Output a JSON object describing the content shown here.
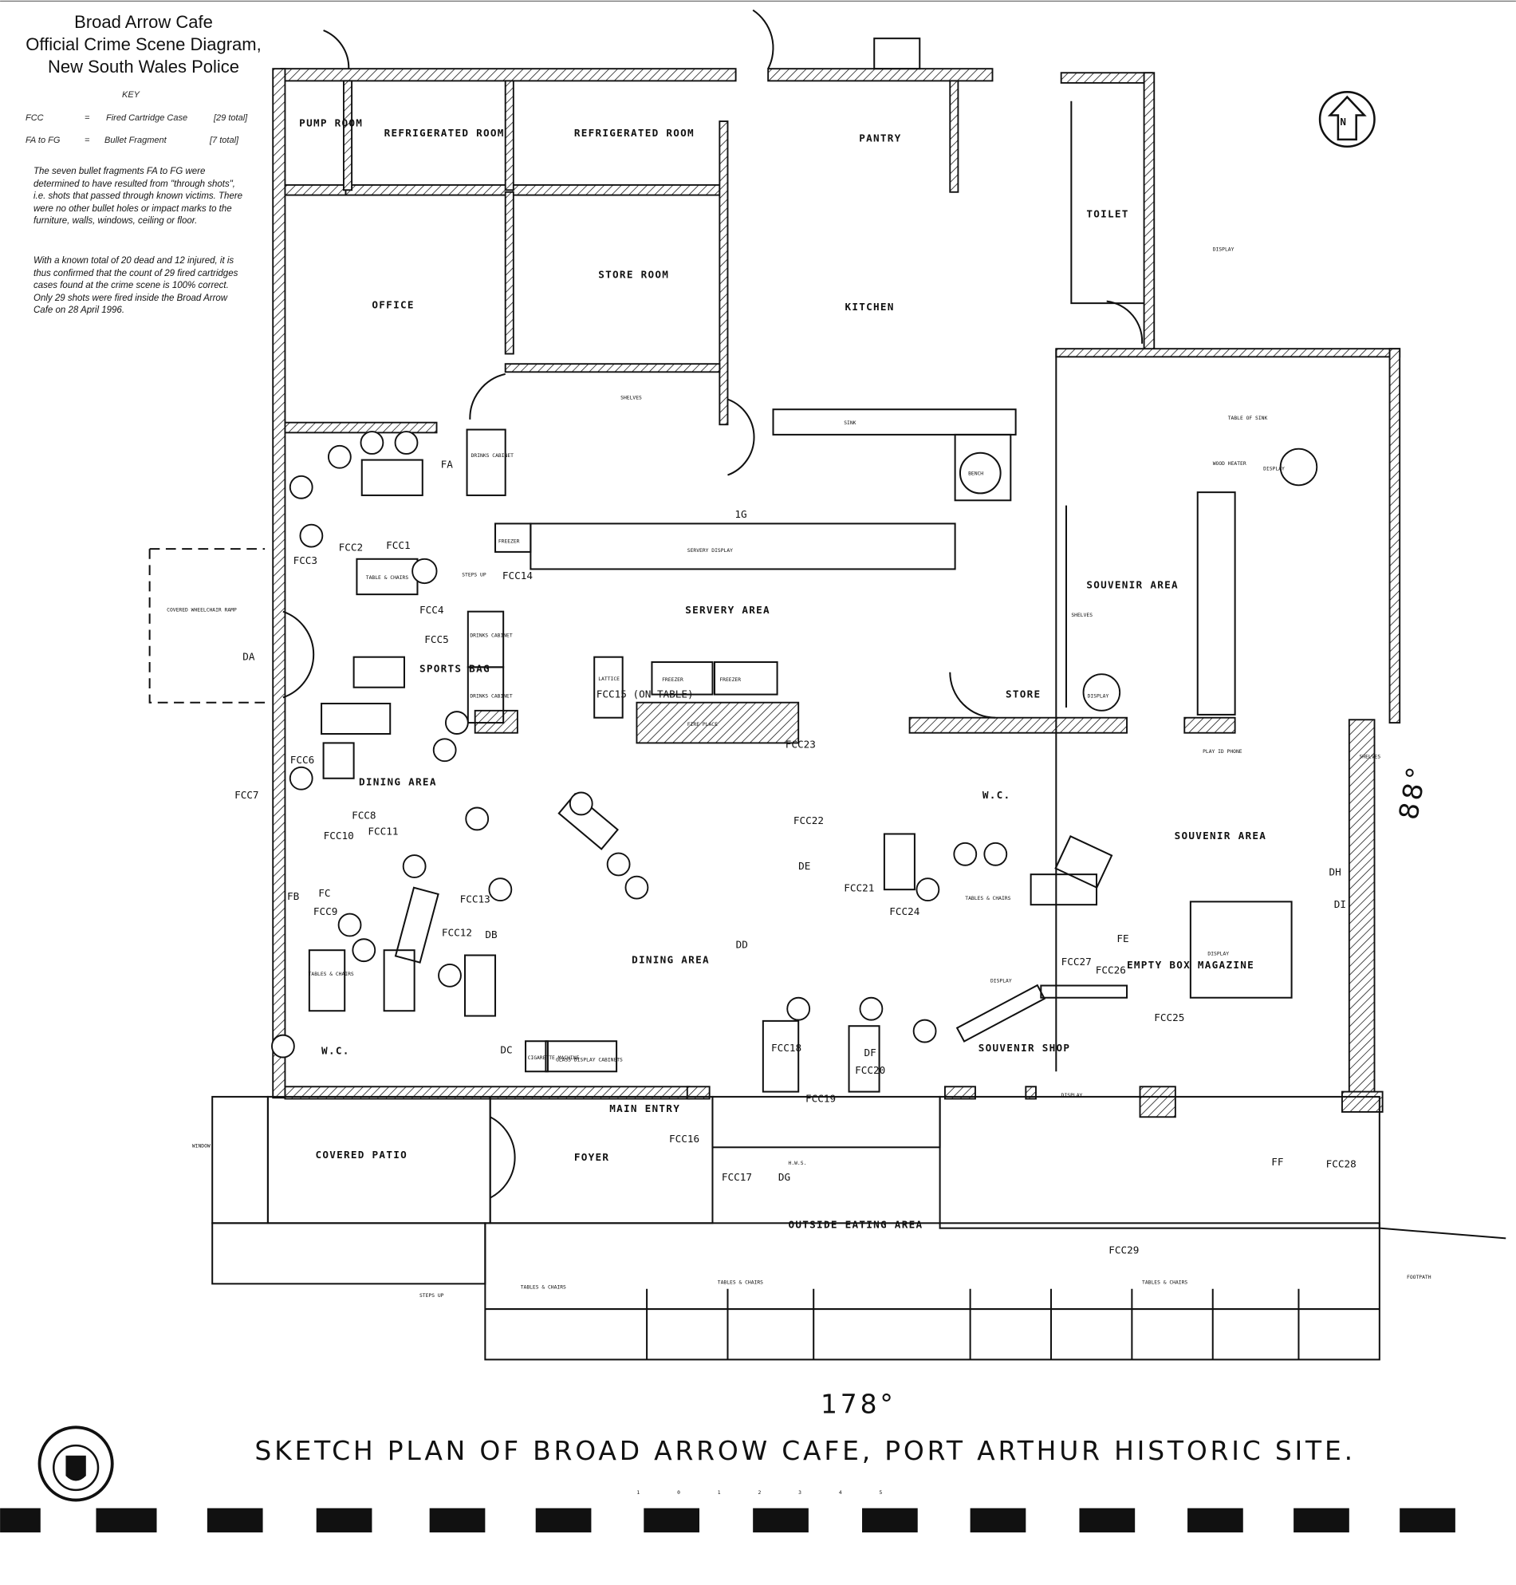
{
  "header": {
    "line1": "Broad Arrow Cafe",
    "line2": "Official Crime Scene Diagram,",
    "line3": "New South Wales Police"
  },
  "key": {
    "title": "KEY",
    "rows": [
      {
        "code": "FCC",
        "eq": "=",
        "meaning": "Fired Cartridge Case",
        "total": "[29 total]"
      },
      {
        "code": "FA to FG",
        "eq": "=",
        "meaning": "Bullet Fragment",
        "total": "[7 total]"
      }
    ]
  },
  "notes": {
    "para1": "The seven bullet fragments FA to FG were determined to have resulted from \"through shots\", i.e. shots that passed through known victims. There were no other bullet holes or impact marks to the furniture, walls, windows, ceiling or floor.",
    "para2": "With a known total of 20 dead and 12 injured, it is thus confirmed that the count of 29 fired cartridges cases found at the crime scene is 100% correct. Only 29 shots were fired inside the Broad Arrow Cafe on 28 April 1996."
  },
  "rooms": [
    "PUMP ROOM",
    "REFRIGERATED ROOM",
    "REFRIGERATED ROOM",
    "PANTRY",
    "TOILET",
    "OFFICE",
    "STORE ROOM",
    "KITCHEN",
    "SERVERY AREA",
    "SOUVENIR AREA",
    "SOUVENIR AREA",
    "STORE",
    "W.C.",
    "DINING AREA",
    "DINING AREA",
    "SPORTS BAG",
    "COVERED PATIO",
    "FOYER",
    "MAIN ENTRY",
    "OUTSIDE EATING AREA",
    "SOUVENIR SHOP",
    "EMPTY BOX MAGAZINE",
    "W.C."
  ],
  "fixtures": [
    "SERVERY DISPLAY",
    "FREEZER",
    "FREEZER",
    "FIRE PLACE",
    "DRINKS CABINET",
    "DRINKS CABINET",
    "DRINKS CABINET",
    "TABLE & CHAIRS",
    "TABLES & CHAIRS",
    "TABLES & CHAIRS",
    "TABLES & CHAIRS",
    "TABLES & CHAIRS",
    "TABLES & CHAIRS",
    "DISPLAY",
    "DISPLAY",
    "DISPLAY",
    "DISPLAY",
    "DISPLAY",
    "DISPLAY",
    "GLASS DISPLAY CABINETS",
    "CIGARETTE MACHINE",
    "PLAY ID PHONE",
    "WOOD HEATER",
    "SHELVES",
    "SHELVES",
    "SHELVES",
    "SINK",
    "BENCH",
    "H.W.S.",
    "WINDOW",
    "STEPS UP",
    "STEPS UP",
    "LATTICE",
    "FREEZER",
    "TABLE OF SINK",
    "COVERED WHEELCHAIR RAMP",
    "FOOTPATH"
  ],
  "evidence": {
    "fcc": [
      "FCC1",
      "FCC2",
      "FCC3",
      "FCC4",
      "FCC5",
      "FCC6",
      "FCC7",
      "FCC8",
      "FCC9",
      "FCC10",
      "FCC11",
      "FCC12",
      "FCC13",
      "FCC14",
      "FCC15 (ON TABLE)",
      "FCC16",
      "FCC17",
      "FCC18",
      "FCC19",
      "FCC20",
      "FCC21",
      "FCC22",
      "FCC23",
      "FCC24",
      "FCC25",
      "FCC26",
      "FCC27",
      "FCC28",
      "FCC29"
    ],
    "fragments": [
      "FA",
      "FB",
      "FC",
      "DA",
      "DB",
      "DC",
      "DD",
      "DE",
      "DF",
      "DG",
      "DH",
      "DI",
      "FE",
      "FF",
      "1G"
    ]
  },
  "annotations": {
    "north": "N",
    "angle_bottom": "178°",
    "angle_right": "88°",
    "title": "SKETCH PLAN OF BROAD ARROW CAFE, PORT ARTHUR HISTORIC SITE.",
    "scale_ticks": [
      "1",
      "0",
      "1",
      "2",
      "3",
      "4",
      "5"
    ]
  },
  "colors": {
    "ink": "#111111",
    "paper": "#ffffff"
  }
}
